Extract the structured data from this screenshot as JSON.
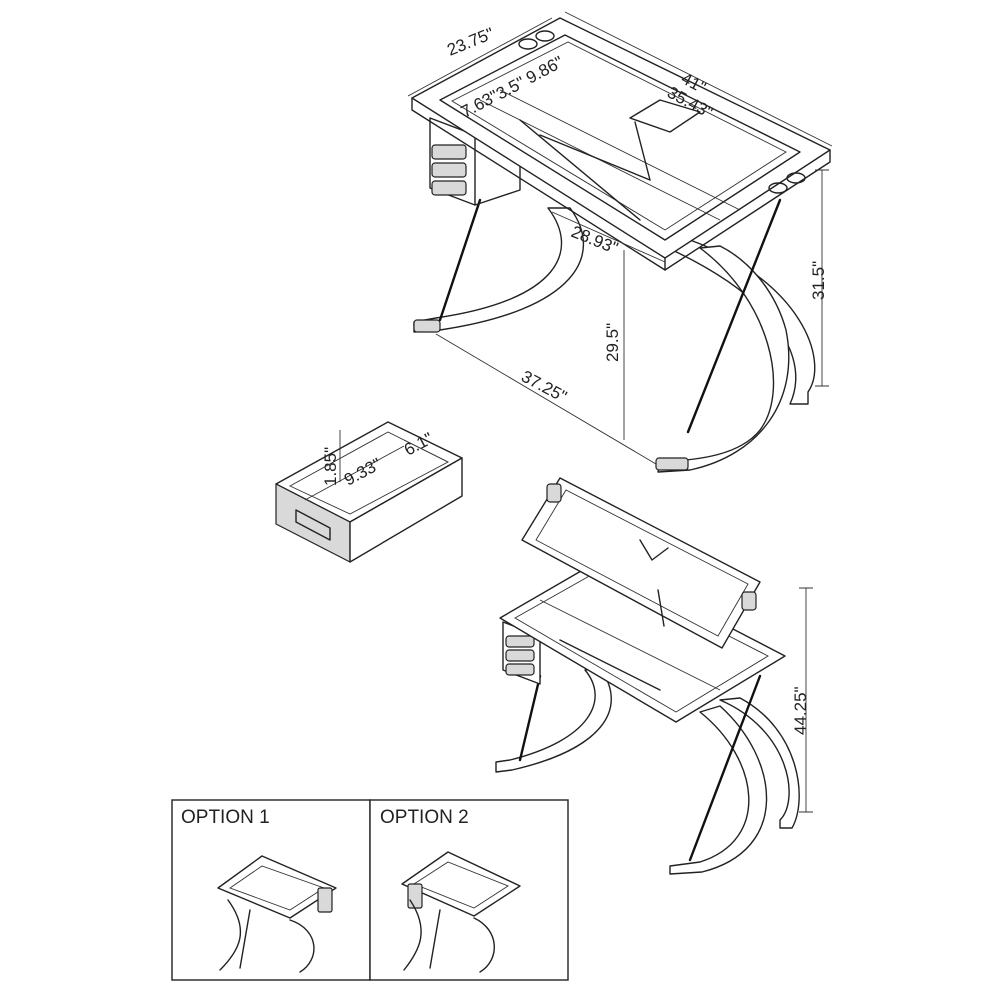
{
  "dimensions": {
    "top_depth": "23.75\"",
    "top_width": "41\"",
    "glass_width": "35.43\"",
    "inner_a": "7.63\"",
    "inner_b": "3.5\"",
    "inner_c": "9.86\"",
    "glass_depth": "28.93\"",
    "total_height": "31.5\"",
    "knee_height": "29.5\"",
    "base_width": "37.25\"",
    "drawer_height": "1.85\"",
    "drawer_width": "9.33\"",
    "drawer_depth": "6.1\"",
    "tilted_height": "44.25\""
  },
  "options": {
    "option1": "OPTION 1",
    "option2": "OPTION 2"
  }
}
